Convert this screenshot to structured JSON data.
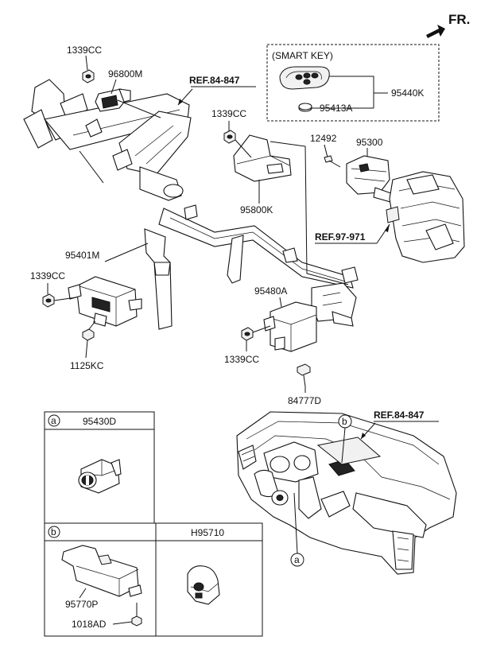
{
  "header": {
    "fr_label": "FR."
  },
  "smart_key_box": {
    "title": "(SMART KEY)",
    "fob_part": "95440K",
    "battery_part": "95413A"
  },
  "refs": {
    "ref_top": "REF.84-847",
    "ref_hvac": "REF.97-971",
    "ref_dash": "REF.84-847"
  },
  "parts": {
    "nut_top_left": "1339CC",
    "module_96800M": "96800M",
    "nut_mid": "1339CC",
    "module_95800K": "95800K",
    "bolt_12492": "12492",
    "unit_95300": "95300",
    "module_95401M": "95401M",
    "nut_left": "1339CC",
    "bolt_1125KC": "1125KC",
    "module_95480A": "95480A",
    "nut_lower": "1339CC",
    "bolt_84777D": "84777D"
  },
  "detail_a": {
    "marker": "a",
    "part": "95430D"
  },
  "detail_b": {
    "marker": "b",
    "part_left": "95770P",
    "bolt": "1018AD",
    "part_right": "H95710"
  },
  "dash_markers": {
    "a": "a",
    "b": "b"
  }
}
